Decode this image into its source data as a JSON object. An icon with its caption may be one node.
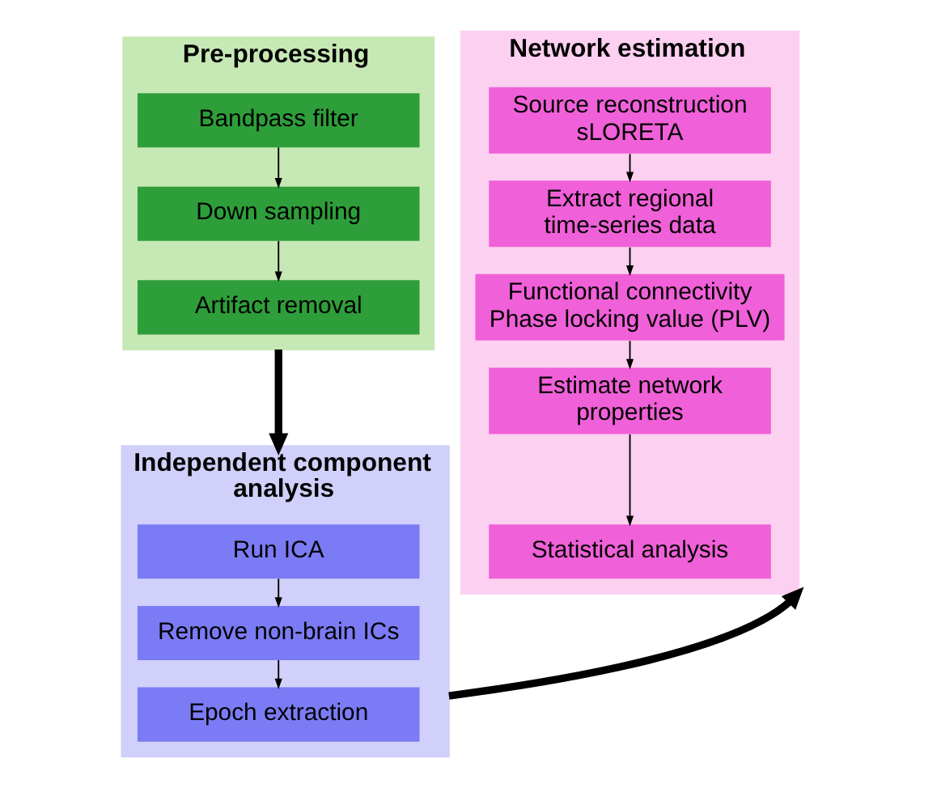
{
  "diagram": {
    "nodes": [
      {
        "text": [
          "Pre-processing"
        ]
      },
      {
        "text": [
          "Bandpass filter"
        ],
        "in": 0
      },
      {
        "text": [
          "Down sampling"
        ],
        "in": 0
      },
      {
        "text": [
          "Artifact removal"
        ],
        "in": 0
      },
      {
        "text": [
          "Independent component analysis"
        ]
      },
      {
        "text": [
          "Run ICA"
        ],
        "in": 4
      },
      {
        "text": [
          "Remove non-brain ICs"
        ],
        "in": 4
      },
      {
        "text": [
          "Epoch extraction"
        ],
        "in": 4
      },
      {
        "text": [
          "Network estimation"
        ]
      },
      {
        "text": [
          "Source reconstruction sLORETA"
        ],
        "in": 8
      },
      {
        "text": [
          "Extract regional time-series data"
        ],
        "in": 8
      },
      {
        "text": [
          "Functional connectivity Phase locking value (PLV)"
        ],
        "in": 8
      },
      {
        "text": [
          "Estimate network properties"
        ],
        "in": 8
      },
      {
        "text": [
          "Statistical analysis"
        ],
        "in": 8
      }
    ],
    "edges": [
      {
        "from": 1,
        "to": 2,
        "arrow": "to"
      },
      {
        "from": 2,
        "to": 3,
        "arrow": "to"
      },
      {
        "from": 0,
        "to": 4,
        "arrow": "to",
        "style": "thick"
      },
      {
        "from": 5,
        "to": 6,
        "arrow": "to"
      },
      {
        "from": 6,
        "to": 7,
        "arrow": "to"
      },
      {
        "from": 4,
        "to": 8,
        "arrow": "to",
        "style": "thick"
      },
      {
        "from": 9,
        "to": 10,
        "arrow": "to"
      },
      {
        "from": 10,
        "to": 11,
        "arrow": "to"
      },
      {
        "from": 11,
        "to": 12,
        "arrow": "to"
      },
      {
        "from": 12,
        "to": 13,
        "arrow": "to"
      }
    ]
  }
}
